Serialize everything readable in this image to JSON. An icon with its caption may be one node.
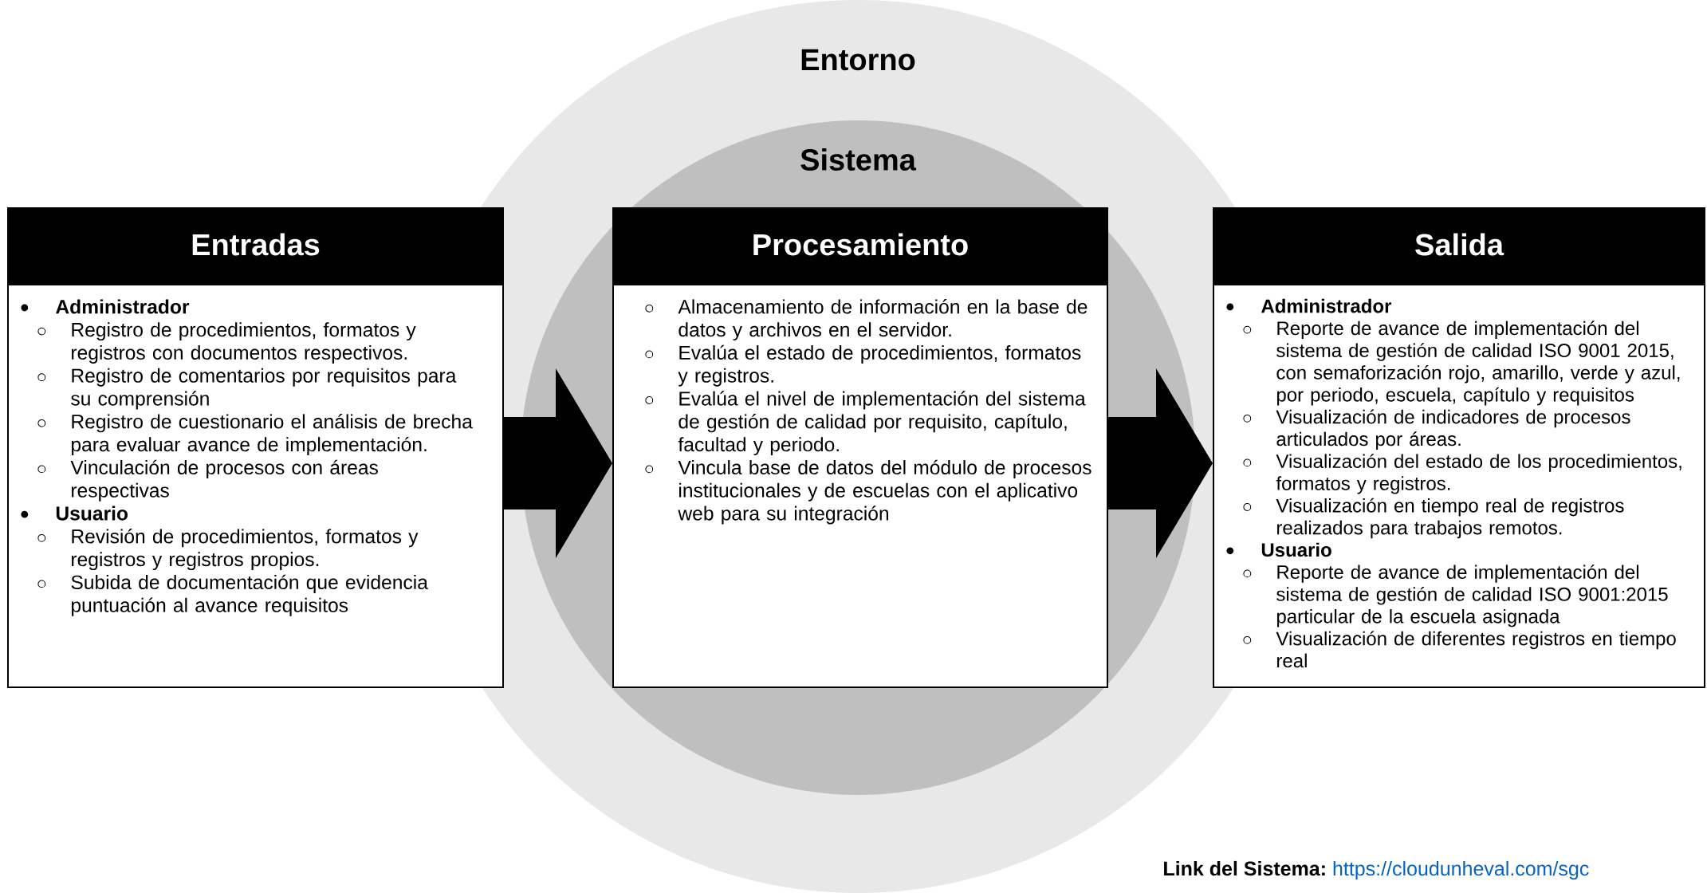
{
  "diagram": {
    "nodes": [
      {
        "text": [
          "Entorno"
        ]
      },
      {
        "text": [
          "Sistema"
        ],
        "in": 0
      },
      {
        "text": [
          "Entradas",
          "Administrador",
          "Registro de procedimientos, formatos y registros con documentos respectivos.",
          "Registro de comentarios por requisitos para su comprensión",
          "Registro de cuestionario el análisis de brecha para evaluar avance de implementación.",
          "Vinculación de procesos con áreas respectivas",
          "Usuario",
          "Revisión de procedimientos, formatos y registros y registros propios.",
          "Subida de documentación que evidencia puntuación al avance requisitos"
        ]
      },
      {
        "in": 1,
        "text": [
          "Procesamiento",
          "Almacenamiento de información en la base de datos y archivos en el servidor.",
          "Evalúa el estado de procedimientos, formatos y registros.",
          "Evalúa el nivel de implementación del sistema de gestión de calidad por requisito, capítulo, facultad y periodo.",
          "Vincula base de datos del módulo de procesos institucionales y de escuelas con el aplicativo web para su integración"
        ]
      },
      {
        "text": [
          "Salida",
          "Administrador",
          "Reporte de avance de implementación del sistema de gestión de calidad ISO 9001 2015, con semaforización rojo, amarillo, verde y azul, por periodo, escuela, capítulo y requisitos",
          "Visualización de indicadores de procesos articulados por áreas.",
          "Visualización del estado de los procedimientos, formatos y registros.",
          "Visualización en tiempo real de registros realizados para trabajos remotos.",
          "Usuario",
          "Reporte de avance de implementación del sistema de gestión de calidad ISO 9001:2015 particular de la escuela asignada",
          "Visualización de diferentes registros en tiempo real"
        ]
      }
    ],
    "edges": [
      {
        "from": 2,
        "to": 3,
        "arrow": "to"
      },
      {
        "from": 3,
        "to": 4,
        "arrow": "to"
      }
    ],
    "labels": [
      "Link del Sistema:",
      "https://cloudunheval.com/sgc"
    ]
  }
}
